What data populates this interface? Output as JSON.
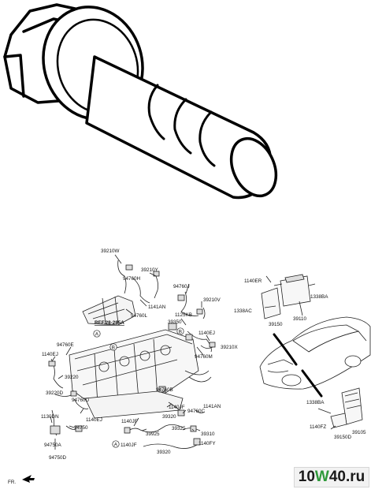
{
  "diagram": {
    "part_labels": {
      "p39210W": "39210W",
      "p39210Y": "39210Y",
      "p94760H": "94760H",
      "p1141AN_a": "1141AN",
      "p94760L": "94760L",
      "ref": "REF.28-285A",
      "p94760J": "94760J",
      "p39210V": "39210V",
      "p1125KB": "1125KB",
      "p39350": "39350",
      "p1140EJ_a": "1140EJ",
      "p39210X": "39210X",
      "p94760M": "94760M",
      "p94760E": "94760E",
      "p1140EJ_b": "1140EJ",
      "p39220": "39220",
      "p39220D": "39220D",
      "p94760D": "94760D",
      "p1140EJ_c": "1140EJ",
      "p1130DN": "1130DN",
      "p94750": "94750",
      "p94750A": "94750A",
      "p94750D": "94750D",
      "p94760B": "94760B",
      "p1140JF_a": "1140JF",
      "p1140JF_b": "1140JF",
      "p39320": "39320",
      "p94760C": "94760C",
      "p1141AN_b": "1141AN",
      "p39925": "39925",
      "p39325": "39325",
      "p39310": "39310",
      "p1140JF_c": "1140JF",
      "p1140FY": "1140FY",
      "p39320b": "39320",
      "p1140ER": "1140ER",
      "p1338BA_a": "1338BA",
      "p1338AC": "1338AC",
      "p39150": "39150",
      "p39110": "39110",
      "p1338BA_b": "1338BA",
      "p1140FZ": "1140FZ",
      "p39150D": "39150D",
      "p39105": "39105"
    },
    "callouts": {
      "a1": "A",
      "b1": "B",
      "b2": "B",
      "a2": "A"
    },
    "orientation_label": "FR."
  },
  "watermark": {
    "part1": "10",
    "part2": "W",
    "part3": "40.ru"
  }
}
